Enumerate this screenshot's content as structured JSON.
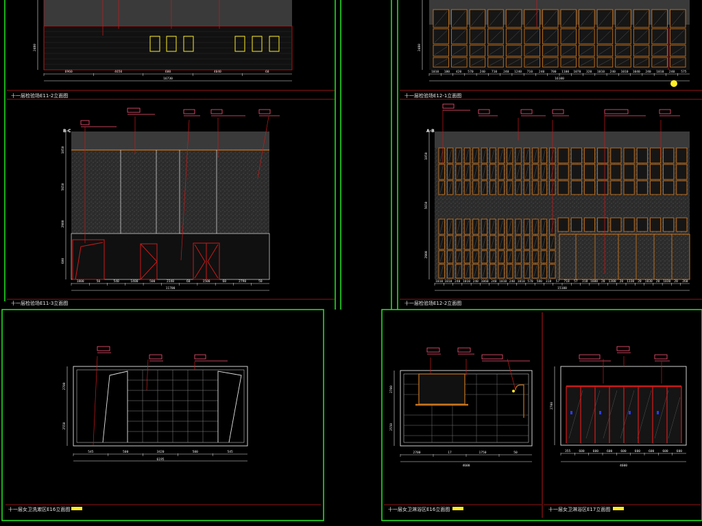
{
  "colors": {
    "background": "#000000",
    "frame_green": "#22dd22",
    "line_red": "#cc1a1a",
    "line_white": "#e6e6e6",
    "frame_orange": "#c8741e",
    "tag_pink": "#ff5577",
    "yellow": "#ffee22",
    "blue": "#2a3cff",
    "wall_grey": "#3a3a3a"
  },
  "sheets": [
    {
      "title": "十一层检验场E11-2立面图",
      "dims": [
        "6960",
        "4650",
        "600",
        "4040",
        "60"
      ],
      "total": "16730",
      "vdims": [
        "2480"
      ]
    },
    {
      "title": "十一层检验场E12-1立面图",
      "dims": [
        "1010",
        "180",
        "420",
        "570",
        "240",
        "710",
        "240",
        "1240",
        "710",
        "240",
        "700",
        "1100",
        "1070",
        "320",
        "1010",
        "240",
        "1010",
        "1040",
        "240",
        "1010",
        "240",
        "575"
      ],
      "total": "16100",
      "vdims": [
        "2480"
      ]
    },
    {
      "title": "十一层检验场E11-3立面图",
      "grid": "B-C",
      "dims": [
        "1800",
        "50",
        "540",
        "1400",
        "500",
        "2340",
        "60",
        "1500",
        "60",
        "2790",
        "50"
      ],
      "total": "11700",
      "vdims": [
        "1050",
        "5650",
        "2900",
        "600"
      ]
    },
    {
      "title": "十一层检验场E12-2立面图",
      "grid": "A-B",
      "dims": [
        "1010",
        "1010",
        "240",
        "1010",
        "240",
        "1060",
        "240",
        "1010",
        "240",
        "1010",
        "570",
        "580",
        "318",
        "57",
        "718",
        "57",
        "318",
        "1600",
        "20",
        "1300",
        "20",
        "1330",
        "20",
        "1030",
        "20",
        "1030",
        "20",
        "260"
      ],
      "total": "15100",
      "vdims": [
        "1050",
        "5650",
        "2900"
      ]
    },
    {
      "title": "十一层女卫洗漱区E16立面图",
      "dims": [
        "545",
        "500",
        "3420",
        "500",
        "545"
      ],
      "total": "6195",
      "vdims": [
        "2700",
        "2550"
      ]
    },
    {
      "title": "十一层女卫淋浴区E16立面图",
      "dims": [
        "2700",
        "17",
        "1750",
        "50"
      ],
      "total": "4600",
      "vdims": [
        "2700",
        "2550"
      ]
    },
    {
      "title": "十一层女卫淋浴区E17立面图",
      "dims": [
        "355",
        "600",
        "600",
        "600",
        "600",
        "600",
        "600",
        "600",
        "600"
      ],
      "total": "4600",
      "vdims": [
        "2700"
      ]
    }
  ]
}
